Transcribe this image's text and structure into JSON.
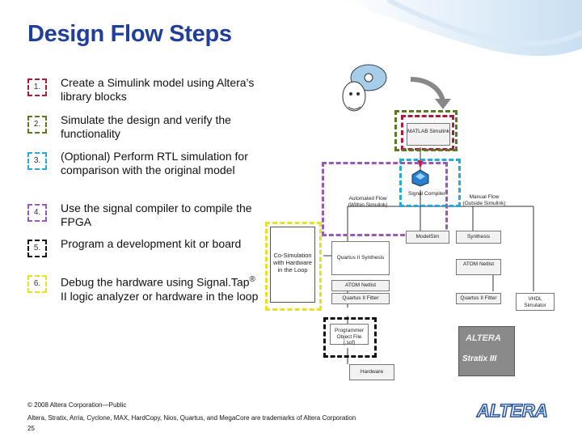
{
  "title": "Design Flow Steps",
  "steps": [
    {
      "num": "1.",
      "text": "Create a Simulink model using Altera’s library blocks",
      "color": "#b01a3a"
    },
    {
      "num": "2.",
      "text": "Simulate the design and verify the functionality",
      "color": "#5a7a22"
    },
    {
      "num": "3.",
      "text": "(Optional) Perform RTL simulation for comparison with the original model",
      "color": "#29a9d8"
    },
    {
      "num": "4.",
      "text": "Use the signal compiler to compile the FPGA",
      "color": "#9b59b6"
    },
    {
      "num": "5.",
      "text": "Program a development kit or board",
      "color": "#111111"
    },
    {
      "num": "6.",
      "text_pre": "Debug the hardware using Signal.Tap",
      "text_sup": "®",
      "text_post": " II logic analyzer or hardware in the loop",
      "color": "#e8e020"
    }
  ],
  "diagram": {
    "matlab": "MATLAB Simulink",
    "signal_compiler": "Signal Compiler",
    "automated_flow": "Automated Flow (Within Simulink)",
    "manual_flow": "Manual Flow (Outside Simulink)",
    "cosim": "Co-Simulation with Hardware in the Loop",
    "quartus_synth": "Quartus II Synthesis",
    "modelsim": "ModelSim",
    "synthesis": "Synthesis",
    "atom_netlist": "ATOM Netlist",
    "atom_netlist2": "ATOM Netlist",
    "quartus_fitter": "Quartus II Fitter",
    "quartus_fitter2": "Quartus II Fitter",
    "vhdl_sim": "VHDL Simulator",
    "programmer": "Programmer Object File (.sof)",
    "hardware": "Hardware",
    "product_logo": "ALTERA",
    "product_name": "Stratix III"
  },
  "footer": {
    "copyright": "© 2008 Altera Corporation—Public",
    "trademarks": "Altera, Stratix, Arria, Cyclone, MAX, HardCopy, Nios, Quartus, and MegaCore are trademarks of Altera Corporation",
    "page": "25"
  },
  "logo_text": "ALTERA"
}
